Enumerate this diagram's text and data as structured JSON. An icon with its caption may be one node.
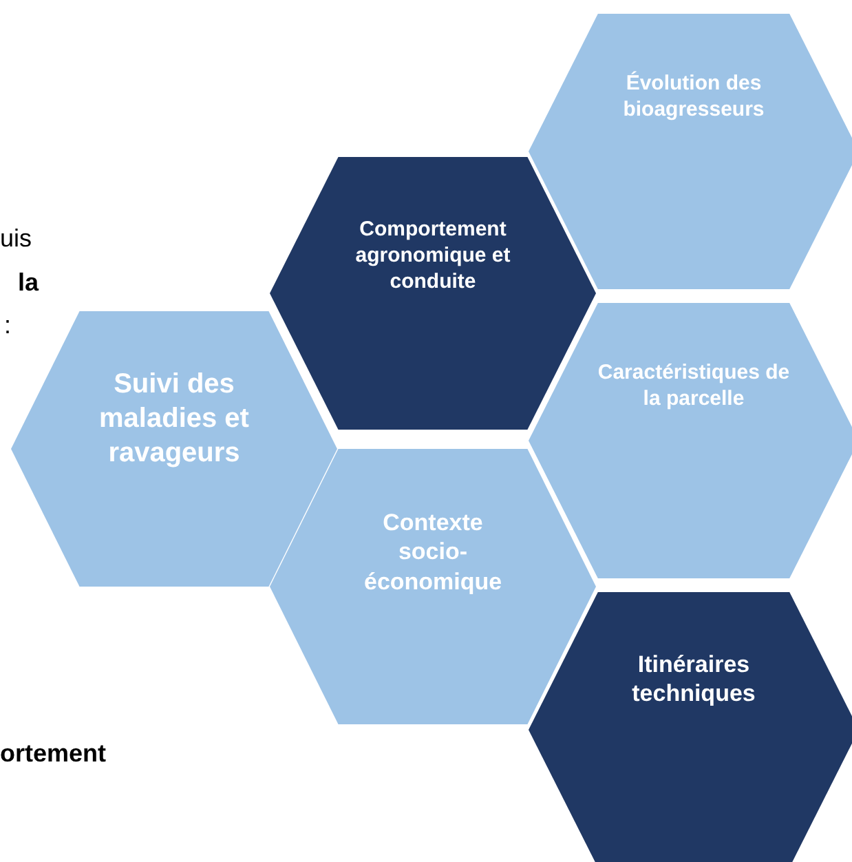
{
  "diagram": {
    "nodes": [
      {
        "text": [
          "Évolution des bioagresseurs"
        ]
      },
      {
        "text": [
          "Comportement agronomique et conduite"
        ]
      },
      {
        "text": [
          "Caractéristiques de la parcelle"
        ]
      },
      {
        "text": [
          "Suivi des maladies et ravageurs"
        ]
      },
      {
        "text": [
          "Contexte socio-économique"
        ]
      },
      {
        "text": [
          "Itinéraires techniques"
        ]
      }
    ],
    "labels": [
      "uis",
      "la",
      ":",
      "ortement"
    ]
  }
}
